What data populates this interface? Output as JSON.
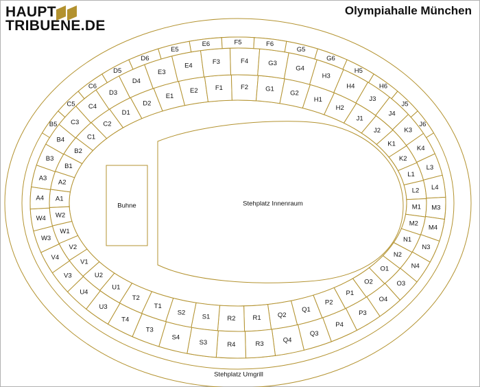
{
  "logo": {
    "line1": "HAUPT",
    "line2": "TRIBUENE.DE"
  },
  "title": "Olympiahalle München",
  "stage_label": "Buhne",
  "floor_label": "Stehplatz Innenraum",
  "outer_label": "Stehplatz Umgrill",
  "colors": {
    "line": "#b3922f",
    "logo_mark": "#b3922f",
    "text": "#111111"
  },
  "inner_ring": [
    "A1",
    "A2",
    "B1",
    "B2",
    "C1",
    "C2",
    "D1",
    "D2",
    "E1",
    "E2",
    "F1",
    "F2",
    "G1",
    "G2",
    "H1",
    "H2",
    "J1",
    "J2",
    "K1",
    "K2",
    "L1",
    "L2",
    "M1",
    "M2",
    "N1",
    "N2",
    "O1",
    "O2",
    "P1",
    "P2",
    "Q1",
    "Q2",
    "R1",
    "R2",
    "S1",
    "S2",
    "T1",
    "T2",
    "U1",
    "U2",
    "V1",
    "V2",
    "W1",
    "W2"
  ],
  "middle_ring": [
    "A3",
    "B3",
    "B4",
    "C3",
    "C4",
    "D3",
    "D4",
    "E3",
    "E4",
    "F3",
    "F4",
    "G3",
    "G4",
    "H3",
    "H4",
    "J3",
    "J4",
    "K3",
    "K4",
    "L3",
    "L4",
    "M3",
    "M4",
    "N3",
    "N4",
    "O3",
    "O4",
    "P3",
    "P4",
    "Q3",
    "Q4",
    "R3",
    "R4",
    "S3",
    "S4",
    "T3",
    "T4",
    "U3",
    "U4",
    "V3",
    "V4",
    "W3",
    "W4",
    "A4"
  ],
  "outer_ring": [
    "B5",
    "C5",
    "C6",
    "D5",
    "D6",
    "E5",
    "E6",
    "F5",
    "F6",
    "G5",
    "G6",
    "H5",
    "H6",
    "J5",
    "J6"
  ]
}
